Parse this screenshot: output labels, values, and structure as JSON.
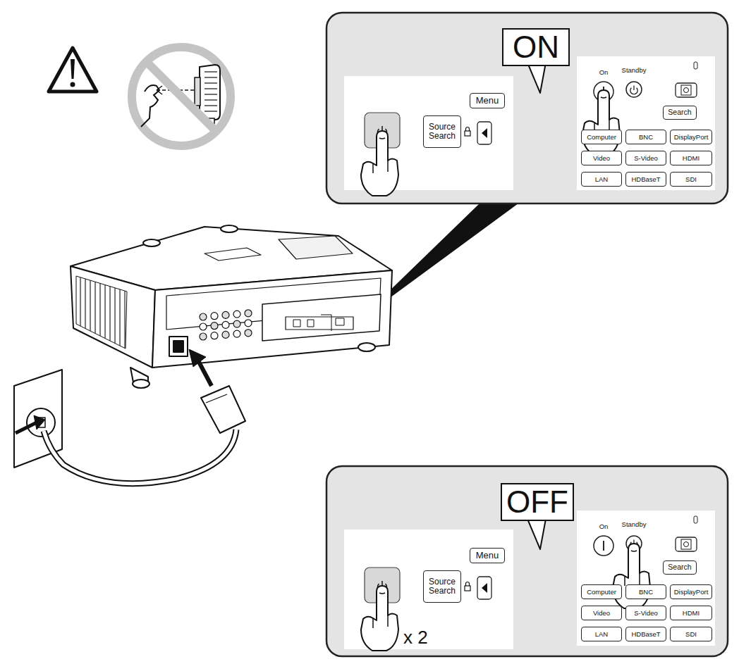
{
  "diagram": {
    "nodes": [
      {
        "text": [
          "ON"
        ]
      },
      {
        "text": [
          "Menu"
        ]
      },
      {
        "text": [
          "Source Search"
        ]
      },
      {
        "text": [
          "Search"
        ]
      },
      {
        "text": [
          "Computer"
        ]
      },
      {
        "text": [
          "BNC"
        ]
      },
      {
        "text": [
          "DisplayPort"
        ]
      },
      {
        "text": [
          "Video"
        ]
      },
      {
        "text": [
          "S-Video"
        ]
      },
      {
        "text": [
          "HDMI"
        ]
      },
      {
        "text": [
          "LAN"
        ]
      },
      {
        "text": [
          "HDBaseT"
        ]
      },
      {
        "text": [
          "SDI"
        ]
      },
      {
        "text": [
          "OFF"
        ]
      },
      {
        "text": [
          "Menu"
        ]
      },
      {
        "text": [
          "Source Search"
        ]
      },
      {
        "text": [
          "Search"
        ]
      },
      {
        "text": [
          "Computer"
        ]
      },
      {
        "text": [
          "BNC"
        ]
      },
      {
        "text": [
          "DisplayPort"
        ]
      },
      {
        "text": [
          "Video"
        ]
      },
      {
        "text": [
          "S-Video"
        ]
      },
      {
        "text": [
          "HDMI"
        ]
      },
      {
        "text": [
          "LAN"
        ]
      },
      {
        "text": [
          "HDBaseT"
        ]
      },
      {
        "text": [
          "SDI"
        ]
      }
    ],
    "labels": [
      "On",
      "Standby",
      "On",
      "Standby",
      "x 2"
    ]
  }
}
